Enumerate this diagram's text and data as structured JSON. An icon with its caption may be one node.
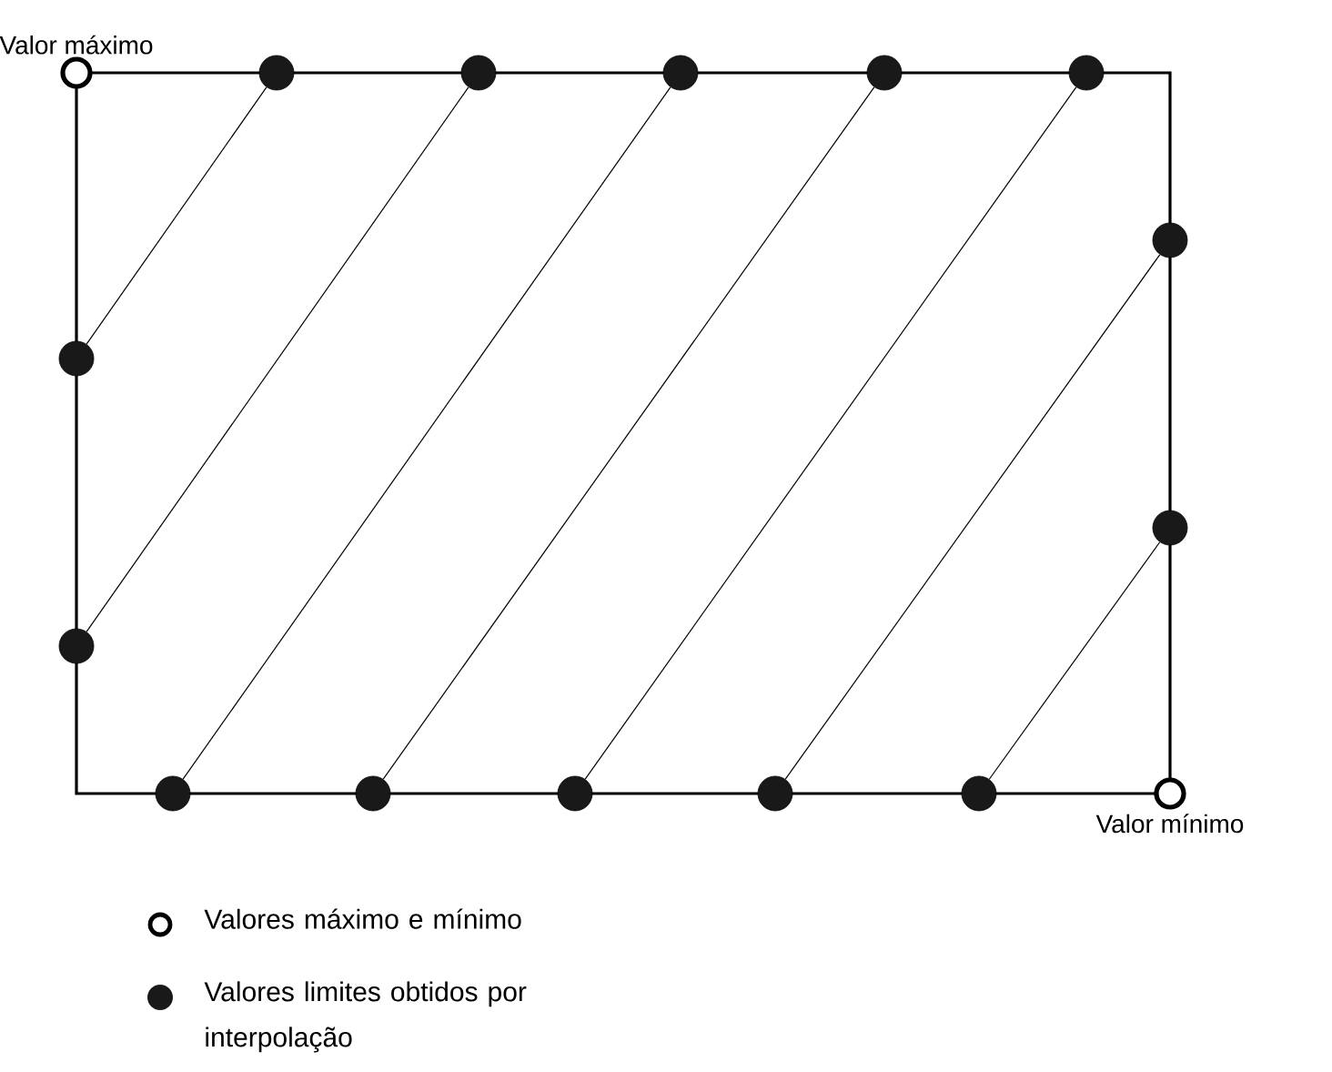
{
  "diagram": {
    "nodes": [
      {
        "text": [],
        "shape": "circle",
        "beside": [
          "Valor máximo"
        ]
      },
      {
        "text": [],
        "shape": "dot"
      },
      {
        "text": [],
        "shape": "dot"
      },
      {
        "text": [],
        "shape": "dot"
      },
      {
        "text": [],
        "shape": "dot"
      },
      {
        "text": [],
        "shape": "dot"
      },
      {
        "text": [],
        "shape": "dot"
      },
      {
        "text": [],
        "shape": "dot"
      },
      {
        "text": [],
        "shape": "dot"
      },
      {
        "text": [],
        "shape": "dot"
      },
      {
        "text": [],
        "shape": "dot"
      },
      {
        "text": [],
        "shape": "dot"
      },
      {
        "text": [],
        "shape": "dot"
      },
      {
        "text": [],
        "shape": "dot"
      },
      {
        "text": [],
        "shape": "dot"
      },
      {
        "text": [],
        "shape": "circle",
        "beside": [
          "Valor mínimo"
        ]
      }
    ],
    "edges": [
      {
        "from": 1,
        "to": 7,
        "arrow": "none"
      },
      {
        "from": 2,
        "to": 9,
        "arrow": "none"
      },
      {
        "from": 3,
        "to": 10,
        "arrow": "none"
      },
      {
        "from": 4,
        "to": 11,
        "arrow": "none"
      },
      {
        "from": 5,
        "to": 12,
        "arrow": "none"
      },
      {
        "from": 6,
        "to": 13,
        "arrow": "none"
      },
      {
        "from": 8,
        "to": 14,
        "arrow": "none"
      }
    ],
    "legend": [
      {
        "text": "Valores máximo e mínimo"
      },
      {
        "text": "Valores limites obtidos por interpolação"
      }
    ]
  }
}
